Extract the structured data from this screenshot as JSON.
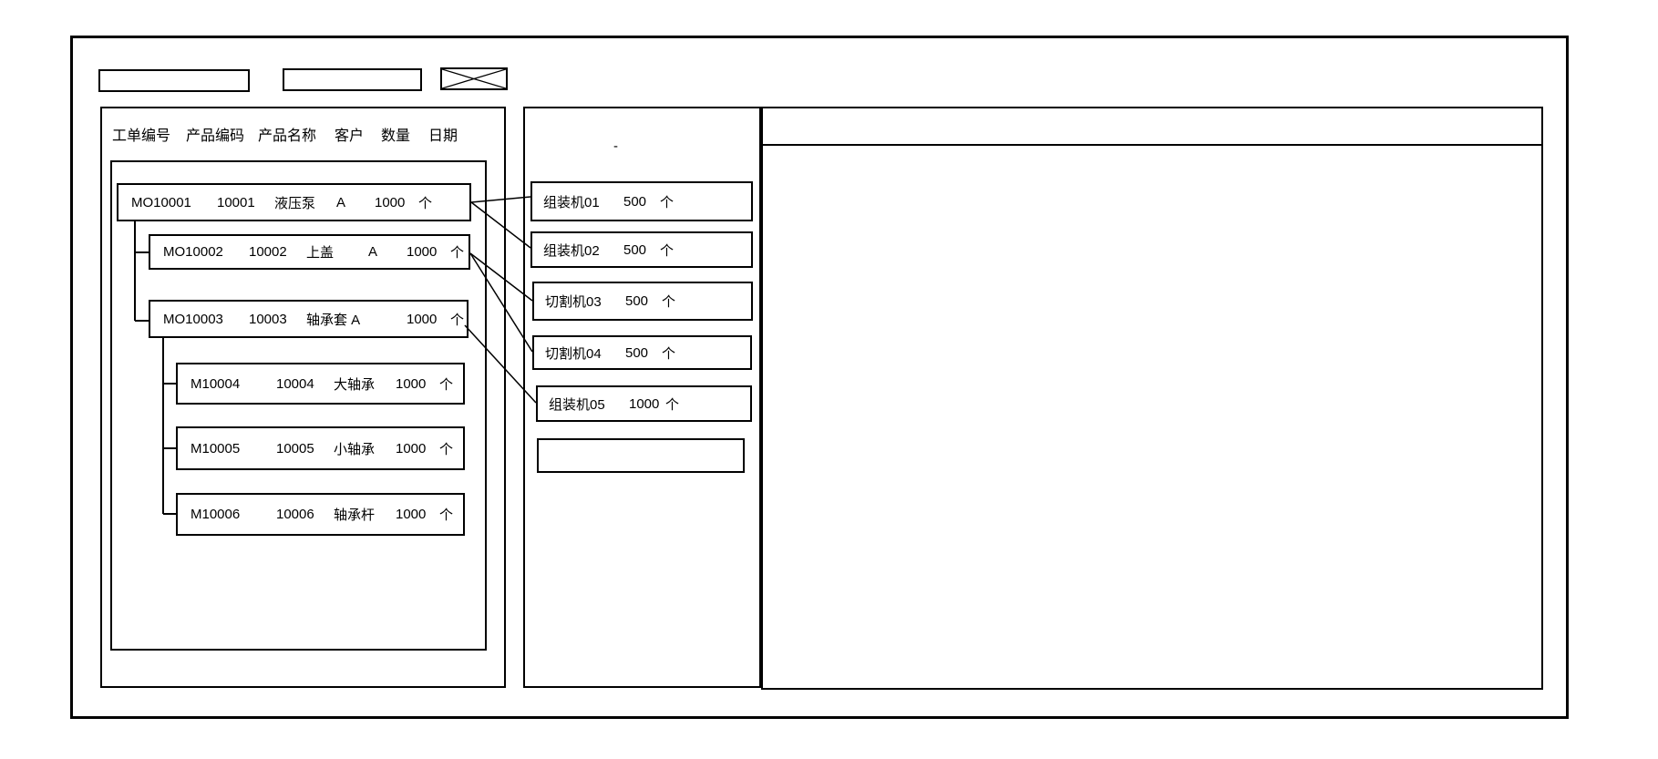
{
  "colors": {
    "line": "#000000",
    "background": "#ffffff"
  },
  "icons": {
    "close": "x-cross-box"
  },
  "top_bar": {
    "field1_value": "",
    "field2_value": ""
  },
  "left_panel": {
    "columns": [
      "工单编号",
      "产品编码",
      "产品名称",
      "客户",
      "数量",
      "日期"
    ],
    "tree": {
      "rows": [
        {
          "order_no": "MO10001",
          "product_code": "10001",
          "product_name": "液压泵",
          "customer": "A",
          "qty": "1000",
          "unit": "个",
          "level": 0
        },
        {
          "order_no": "MO10002",
          "product_code": "10002",
          "product_name": "上盖",
          "customer": "A",
          "qty": "1000",
          "unit": "个",
          "level": 1
        },
        {
          "order_no": "MO10003",
          "product_code": "10003",
          "product_name": "轴承套 A",
          "customer": "",
          "qty": "1000",
          "unit": "个",
          "level": 1
        },
        {
          "order_no": "M10004",
          "product_code": "10004",
          "product_name": "大轴承",
          "customer": "",
          "qty": "1000",
          "unit": "个",
          "level": 2
        },
        {
          "order_no": "M10005",
          "product_code": "10005",
          "product_name": "小轴承",
          "customer": "",
          "qty": "1000",
          "unit": "个",
          "level": 2
        },
        {
          "order_no": "M10006",
          "product_code": "10006",
          "product_name": "轴承杆",
          "customer": "",
          "qty": "1000",
          "unit": "个",
          "level": 2
        }
      ]
    }
  },
  "machine_panel": {
    "dash": "-",
    "items": [
      {
        "name": "组装机01",
        "qty": "500",
        "unit": "个"
      },
      {
        "name": "组装机02",
        "qty": "500",
        "unit": "个"
      },
      {
        "name": "切割机03",
        "qty": "500",
        "unit": "个"
      },
      {
        "name": "切割机04",
        "qty": "500",
        "unit": "个"
      },
      {
        "name": "组装机05",
        "qty": "1000",
        "unit": "个"
      },
      {
        "name": "",
        "qty": "",
        "unit": ""
      }
    ]
  },
  "right_panel": {
    "content": ""
  }
}
